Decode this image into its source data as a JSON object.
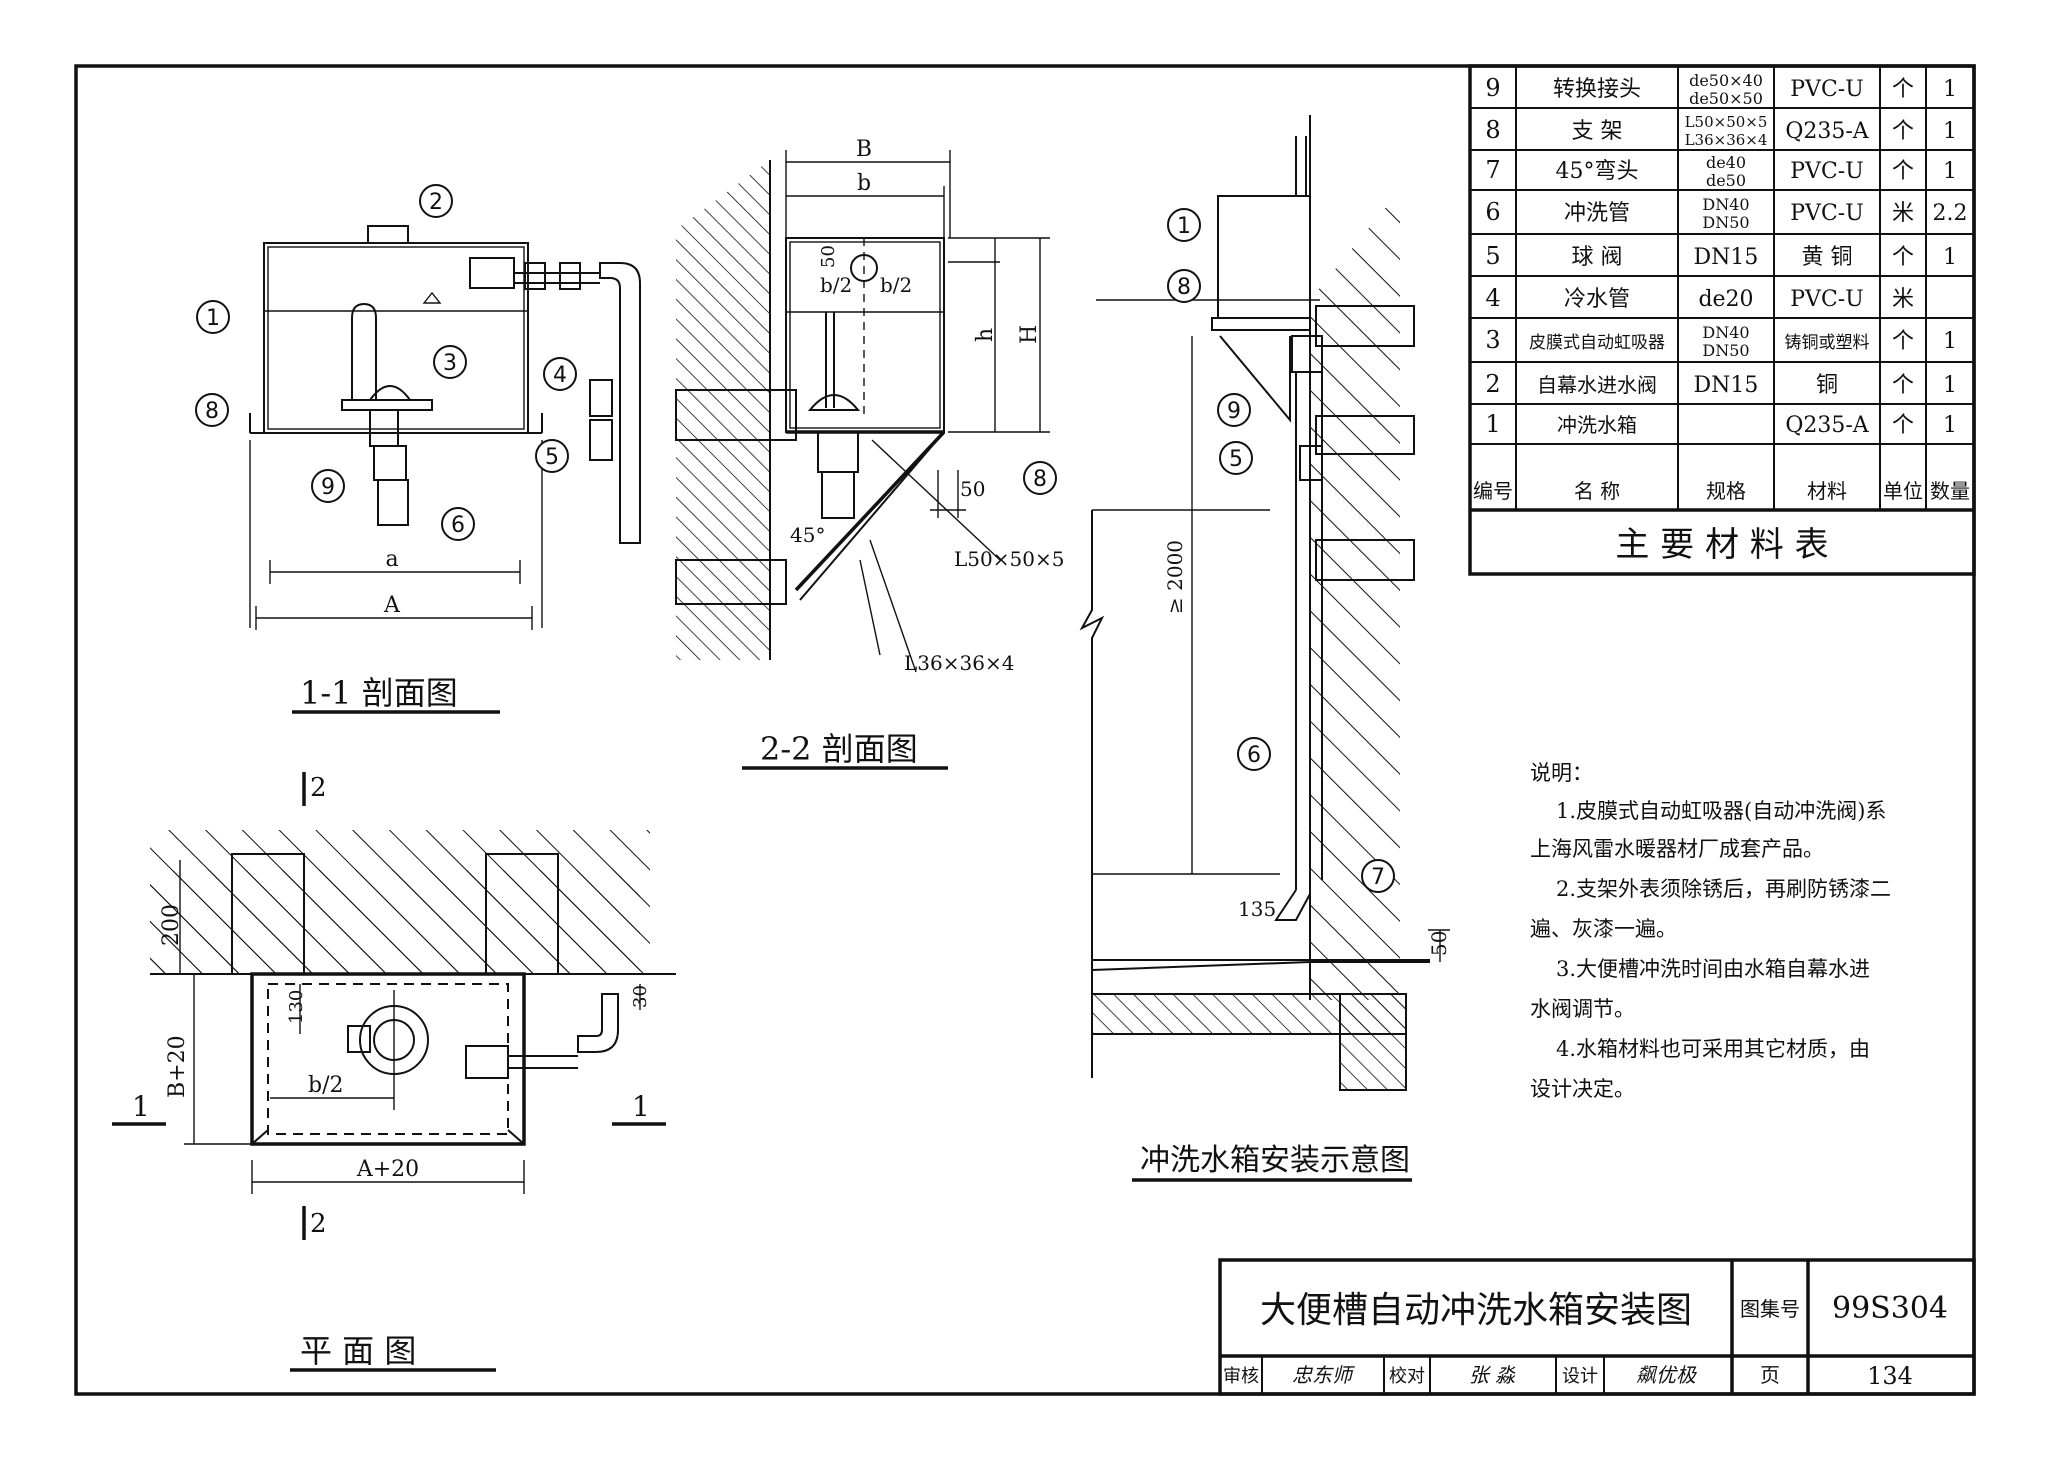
{
  "title_block": {
    "drawing_title": "大便槽自动冲洗水箱安装图",
    "atlas_label": "图集号",
    "atlas_no": "99S304",
    "review_label": "审核",
    "review_sign": "忠东师",
    "check_label": "校对",
    "check_sign": "张 淼",
    "design_label": "设计",
    "design_sign": "飙优极",
    "page_label": "页",
    "page_no": "134"
  },
  "materials_table": {
    "caption": "主 要 材 料 表",
    "headers": [
      "编号",
      "名 称",
      "规格",
      "材料",
      "单位",
      "数量"
    ],
    "rows": [
      {
        "no": "9",
        "name": "转换接头",
        "spec1": "de50×40",
        "spec2": "de50×50",
        "material": "PVC-U",
        "unit": "个",
        "qty": "1"
      },
      {
        "no": "8",
        "name": "支 架",
        "spec1": "L50×50×5",
        "spec2": "L36×36×4",
        "material": "Q235-A",
        "unit": "个",
        "qty": "1"
      },
      {
        "no": "7",
        "name": "45°弯头",
        "spec1": "de40",
        "spec2": "de50",
        "material": "PVC-U",
        "unit": "个",
        "qty": "1"
      },
      {
        "no": "6",
        "name": "冲洗管",
        "spec1": "DN40",
        "spec2": "DN50",
        "material": "PVC-U",
        "unit": "米",
        "qty": "2.2"
      },
      {
        "no": "5",
        "name": "球 阀",
        "spec1": "DN15",
        "spec2": "",
        "material": "黄 铜",
        "unit": "个",
        "qty": "1"
      },
      {
        "no": "4",
        "name": "冷水管",
        "spec1": "de20",
        "spec2": "",
        "material": "PVC-U",
        "unit": "米",
        "qty": ""
      },
      {
        "no": "3",
        "name": "皮膜式自动虹吸器",
        "spec1": "DN40",
        "spec2": "DN50",
        "material": "铸铜或塑料",
        "unit": "个",
        "qty": "1"
      },
      {
        "no": "2",
        "name": "自幕水进水阀",
        "spec1": "DN15",
        "spec2": "",
        "material": "铜",
        "unit": "个",
        "qty": "1"
      },
      {
        "no": "1",
        "name": "冲洗水箱",
        "spec1": "",
        "spec2": "",
        "material": "Q235-A",
        "unit": "个",
        "qty": "1"
      }
    ]
  },
  "notes": {
    "heading": "说明：",
    "lines": [
      "1.皮膜式自动虹吸器(自动冲洗阀)系",
      "上海风雷水暖器材厂成套产品。",
      "2.支架外表须除锈后，再刷防锈漆二",
      "遍、灰漆一遍。",
      "3.大便槽冲洗时间由水箱自幕水进",
      "水阀调节。",
      "4.水箱材料也可采用其它材质，由",
      "设计决定。"
    ]
  },
  "views": {
    "section_1_1": "1-1  剖面图",
    "section_2_2": "2-2  剖面图",
    "plan": "平  面  图",
    "install": "冲洗水箱安装示意图"
  },
  "dims": {
    "a": "a",
    "A": "A",
    "B": "B",
    "b": "b",
    "h": "h",
    "H": "H",
    "half_b_l": "b/2",
    "half_b_r": "b/2",
    "d50": "50",
    "d50b": "50",
    "angle45": "45°",
    "angle1": "L50×50×5",
    "angle2": "L36×36×4",
    "ge2000": "≥ 2000",
    "a135": "135",
    "d50c": "50",
    "p200": "200",
    "pB20": "B+20",
    "p130": "130",
    "p30": "30",
    "pb2": "b/2",
    "pA20": "A+20",
    "cut1l": "1",
    "cut1r": "1",
    "cut2t": "2",
    "cut2b": "2"
  },
  "callouts": [
    "1",
    "2",
    "3",
    "4",
    "5",
    "6",
    "7",
    "8",
    "9"
  ]
}
